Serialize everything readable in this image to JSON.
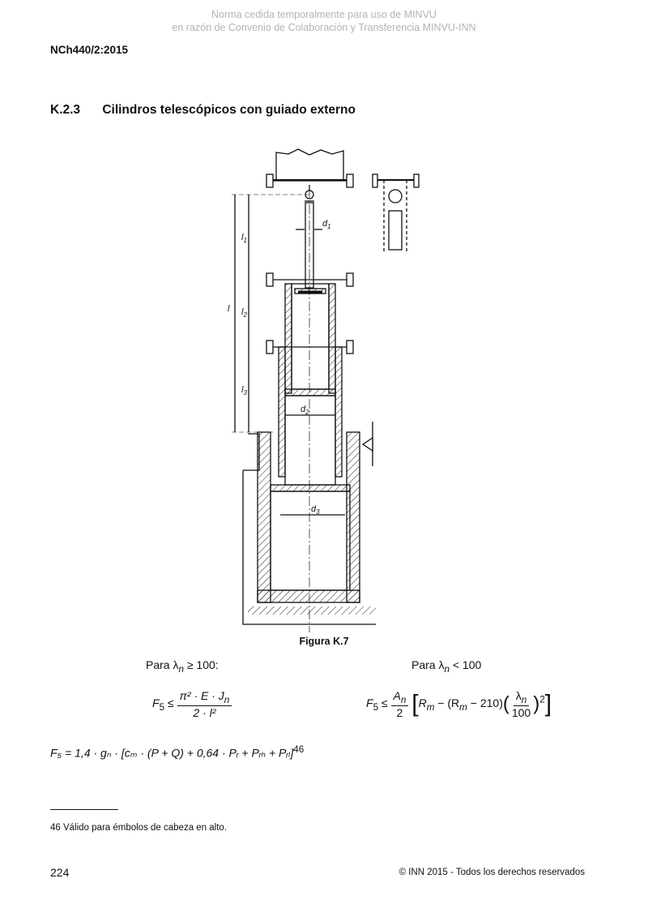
{
  "watermark": {
    "line1": "Norma cedida temporalmente para uso de MINVU",
    "line2": "en razón de Convenio de Colaboración y Transferencia MINVU-INN"
  },
  "header": {
    "doc_code": "NCh440/2:2015"
  },
  "section": {
    "number": "K.2.3",
    "title": "Cilindros telescópicos con guiado externo"
  },
  "figure": {
    "caption": "Figura K.7",
    "labels": {
      "d1": "d",
      "d1_sub": "1",
      "d2": "d",
      "d2_sub": "2",
      "d3": "d",
      "d3_sub": "3",
      "l": "l",
      "l1": "l",
      "l1_sub": "1",
      "l2": "l",
      "l2_sub": "2",
      "l3": "l",
      "l3_sub": "3"
    }
  },
  "conditions": {
    "left": {
      "prefix": "Para ",
      "lambda": "λ",
      "sub": "n",
      "rel": " ≥ 100:"
    },
    "right": {
      "prefix": "Para ",
      "lambda": "λ",
      "sub": "n",
      "rel": " <   100"
    }
  },
  "formula_left": {
    "lhs": "F",
    "lhs_sub": "5",
    "op": " ≤ ",
    "numerator": "π² · E · J",
    "numerator_sub": "n",
    "denominator": "2 · l²"
  },
  "formula_right": {
    "lhs": "F",
    "lhs_sub": "5",
    "op": " ≤ ",
    "numerator": "A",
    "numerator_sub": "n",
    "denominator": "2",
    "bracket": "R",
    "bracket_sub": "m",
    "middle": " − (R",
    "middle_sub": "m",
    "middle_end": " − 210)",
    "inner_num": "λ",
    "inner_num_sub": "n",
    "inner_den": "100",
    "power": "2"
  },
  "main_formula": {
    "text": "F₅ = 1,4 · gₙ · [cₘ · (P + Q) + 0,64 · Pᵣ + Pᵣₕ + Pᵣₗ]",
    "footnote_ref": "46"
  },
  "footnote": {
    "text": "46 Válido para émbolos de cabeza en alto."
  },
  "footer": {
    "page": "224",
    "copyright": "© INN 2015 - Todos los derechos reservados"
  }
}
